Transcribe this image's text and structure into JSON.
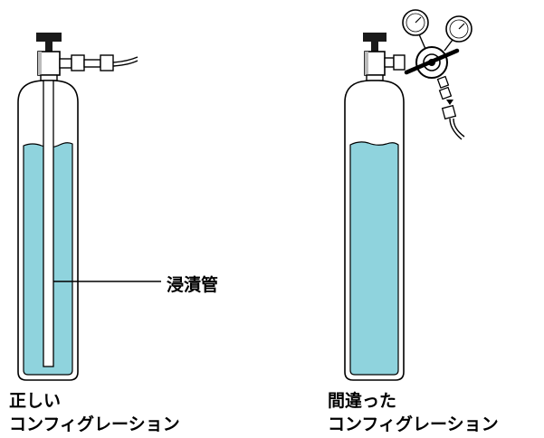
{
  "diagram": {
    "dip_tube_label": "浸漬管",
    "correct": {
      "line1": "正しい",
      "line2": "コンフィグレーション"
    },
    "incorrect": {
      "line1": "間違った",
      "line2": "コンフィグレーション"
    },
    "colors": {
      "liquid": "#8fd3dd",
      "outline": "#000000",
      "background": "#ffffff",
      "shadow": "#888888"
    },
    "icons": [
      "no-sign-icon",
      "pressure-gauge-icon",
      "flow-arrow-icon"
    ]
  }
}
